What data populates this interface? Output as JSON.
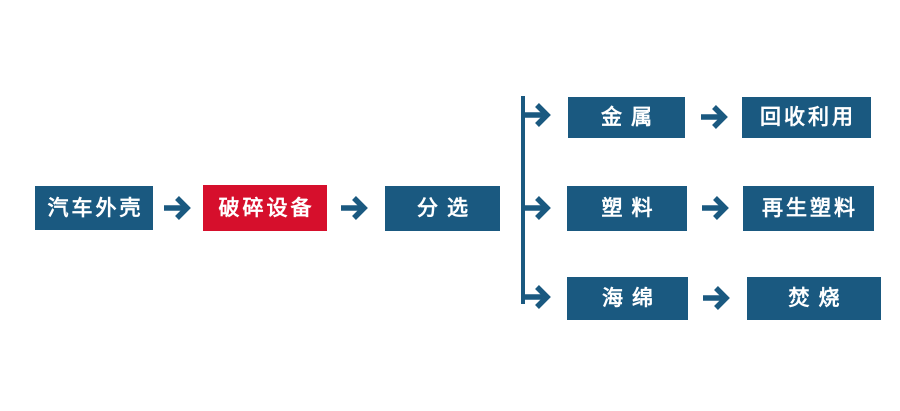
{
  "diagram": {
    "main_flow": [
      {
        "label": "汽车外壳",
        "highlight": false
      },
      {
        "label": "破碎设备",
        "highlight": true
      },
      {
        "label": "分选",
        "highlight": false
      }
    ],
    "branches": [
      {
        "material": "金属",
        "outcome": "回收利用"
      },
      {
        "material": "塑料",
        "outcome": "再生塑料"
      },
      {
        "material": "海绵",
        "outcome": "焚烧"
      }
    ],
    "colors": {
      "node_blue": "#1A5980",
      "highlight_red": "#D60F2C",
      "text": "#FFFFFF",
      "background": "#FFFFFF"
    }
  }
}
